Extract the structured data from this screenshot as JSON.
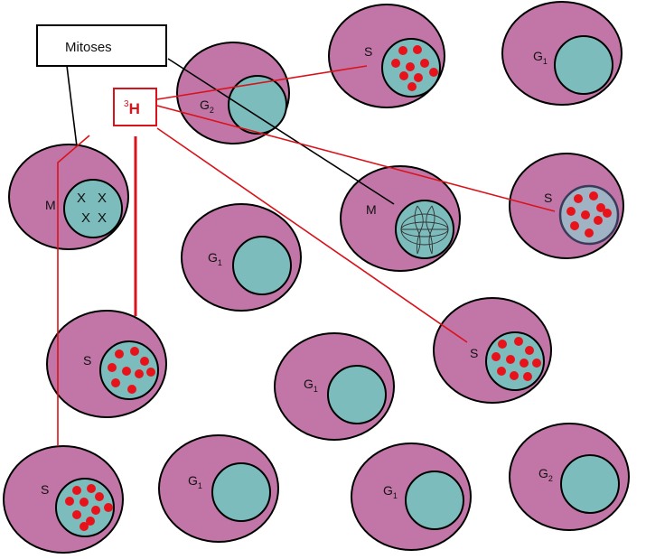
{
  "labels": {
    "mitoses_box": "Mitoses",
    "tracer_sup": "3",
    "tracer_main": "H"
  },
  "phases": {
    "s": "S",
    "g": "G",
    "m": "M",
    "g1_sub": "1",
    "g2_sub": "2"
  },
  "chromosome_mark": "X",
  "colors": {
    "cytoplasm": "#c276a7",
    "nucleus": "#7cbcbc",
    "nucleus_labeled_gray": "#9fb3c4",
    "label_dots": "#e8121a",
    "tracer_lines": "#d9131b",
    "mitosis_lines": "#000000"
  },
  "cells": [
    {
      "phase": "S",
      "labeled": true
    },
    {
      "phase": "G1",
      "labeled": false
    },
    {
      "phase": "G2",
      "labeled": false
    },
    {
      "phase": "M",
      "labeled": false
    },
    {
      "phase": "M",
      "labeled": false
    },
    {
      "phase": "S",
      "labeled": true
    },
    {
      "phase": "G1",
      "labeled": false
    },
    {
      "phase": "S",
      "labeled": true
    },
    {
      "phase": "S",
      "labeled": true
    },
    {
      "phase": "G1",
      "labeled": false
    },
    {
      "phase": "S",
      "labeled": true
    },
    {
      "phase": "G1",
      "labeled": false
    },
    {
      "phase": "G1",
      "labeled": false
    },
    {
      "phase": "G2",
      "labeled": false
    }
  ]
}
